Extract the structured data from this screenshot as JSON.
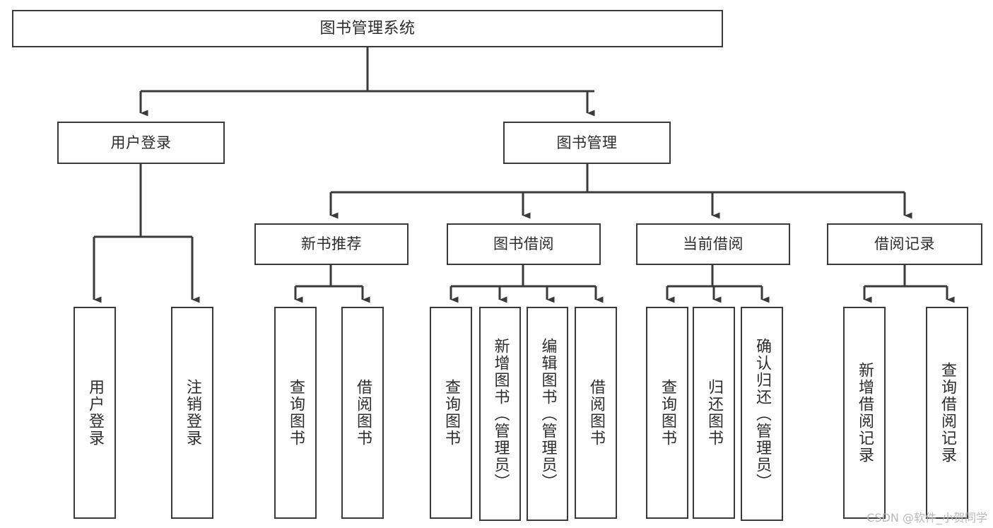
{
  "diagram": {
    "title": "图书管理系统",
    "type": "hierarchy-tree",
    "root": {
      "label": "图书管理系统"
    },
    "level1": [
      {
        "label": "用户登录"
      },
      {
        "label": "图书管理"
      }
    ],
    "level2": [
      {
        "label": "新书推荐"
      },
      {
        "label": "图书借阅"
      },
      {
        "label": "当前借阅"
      },
      {
        "label": "借阅记录"
      }
    ],
    "leaves": {
      "user_login": [
        {
          "label": "用户登录"
        },
        {
          "label": "注销登录"
        }
      ],
      "new_book_recommend": [
        {
          "label": "查询图书"
        },
        {
          "label": "借阅图书"
        }
      ],
      "book_borrow": [
        {
          "label": "查询图书"
        },
        {
          "label": "新增图书（管理员）"
        },
        {
          "label": "编辑图书（管理员）"
        },
        {
          "label": "借阅图书"
        }
      ],
      "current_borrow": [
        {
          "label": "查询图书"
        },
        {
          "label": "归还图书"
        },
        {
          "label": "确认归还（管理员）"
        }
      ],
      "borrow_record": [
        {
          "label": "新增借阅记录"
        },
        {
          "label": "查询借阅记录"
        }
      ]
    }
  },
  "watermark": {
    "text": "CSDN @软件_小贺同学"
  },
  "colors": {
    "stroke": "#3a3a3a",
    "text": "#2d2d2d",
    "background": "#ffffff",
    "watermark": "#b9b9b9"
  }
}
